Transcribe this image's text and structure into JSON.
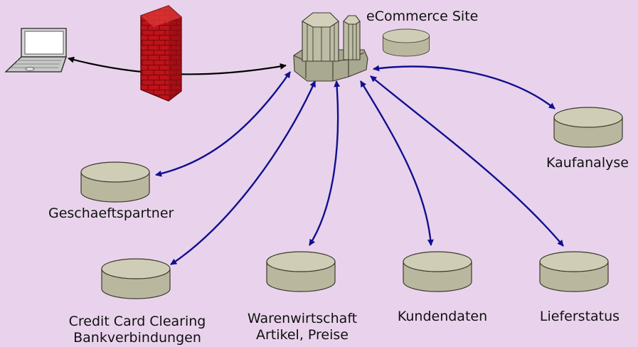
{
  "title": "eCommerce Site",
  "databases": {
    "partner": {
      "label": "Geschaeftspartner"
    },
    "creditcard": {
      "line1": "Credit Card Clearing",
      "line2": "Bankverbindungen"
    },
    "warehouse": {
      "line1": "Warenwirtschaft",
      "line2": "Artikel, Preise"
    },
    "customers": {
      "label": "Kundendaten"
    },
    "delivery": {
      "label": "Lieferstatus"
    },
    "analysis": {
      "label": "Kaufanalyse"
    }
  },
  "colors": {
    "background": "#e9d3ec",
    "arrow_blue": "#10108f",
    "arrow_black": "#000000",
    "cylinder_fill": "#c7c6ae",
    "cylinder_stroke": "#3a3a30",
    "firewall_brick": "#c0121a"
  },
  "icons": [
    "laptop-icon",
    "firewall-icon",
    "server-icon",
    "database-icon"
  ]
}
